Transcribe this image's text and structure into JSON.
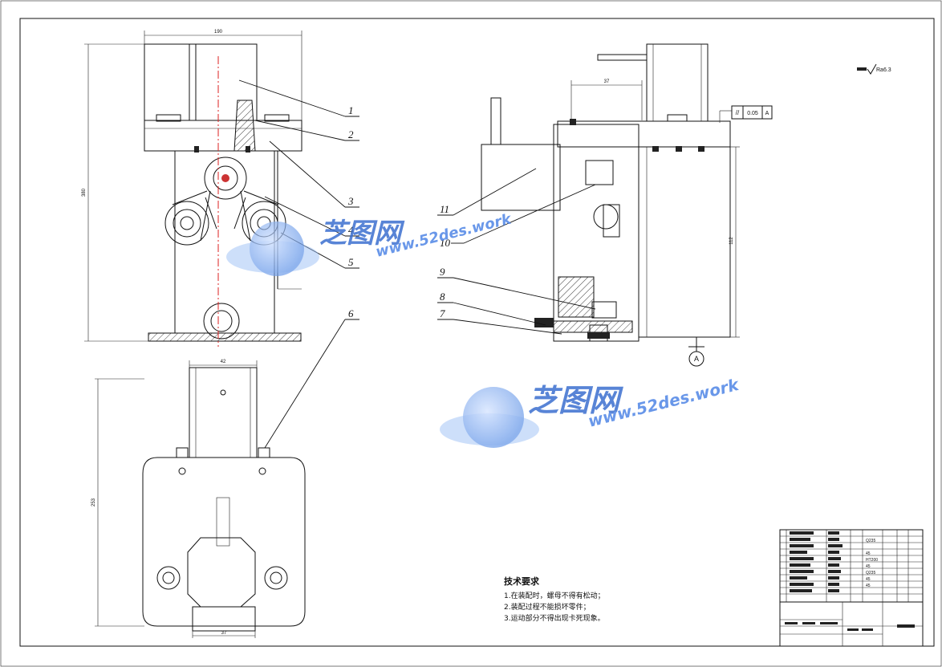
{
  "balloons": [
    "1",
    "2",
    "3",
    "4",
    "5",
    "6",
    "7",
    "8",
    "9",
    "10",
    "11"
  ],
  "dimensions": {
    "front_width": "190",
    "front_height": "380",
    "bottom_width": "42",
    "bottom_height": "253",
    "bottom_slot": "37",
    "side_offset": "37",
    "side_height": "112"
  },
  "datum": "A",
  "tolerance": {
    "symbol": "//",
    "value": "0.05",
    "datum": "A"
  },
  "surface_finish": "Ra6.3",
  "tech_requirements": {
    "title": "技术要求",
    "items": [
      "1.在装配时，螺母不得有松动；",
      "2.装配过程不能损坏零件；",
      "3.运动部分不得出现卡死现象。"
    ]
  },
  "watermark": {
    "brand": "芝图网",
    "url": "www.52des.work"
  },
  "title_block": {
    "material_codes": [
      "Q235",
      "45",
      "HT200",
      "45",
      "Q235",
      "45",
      "45"
    ]
  }
}
